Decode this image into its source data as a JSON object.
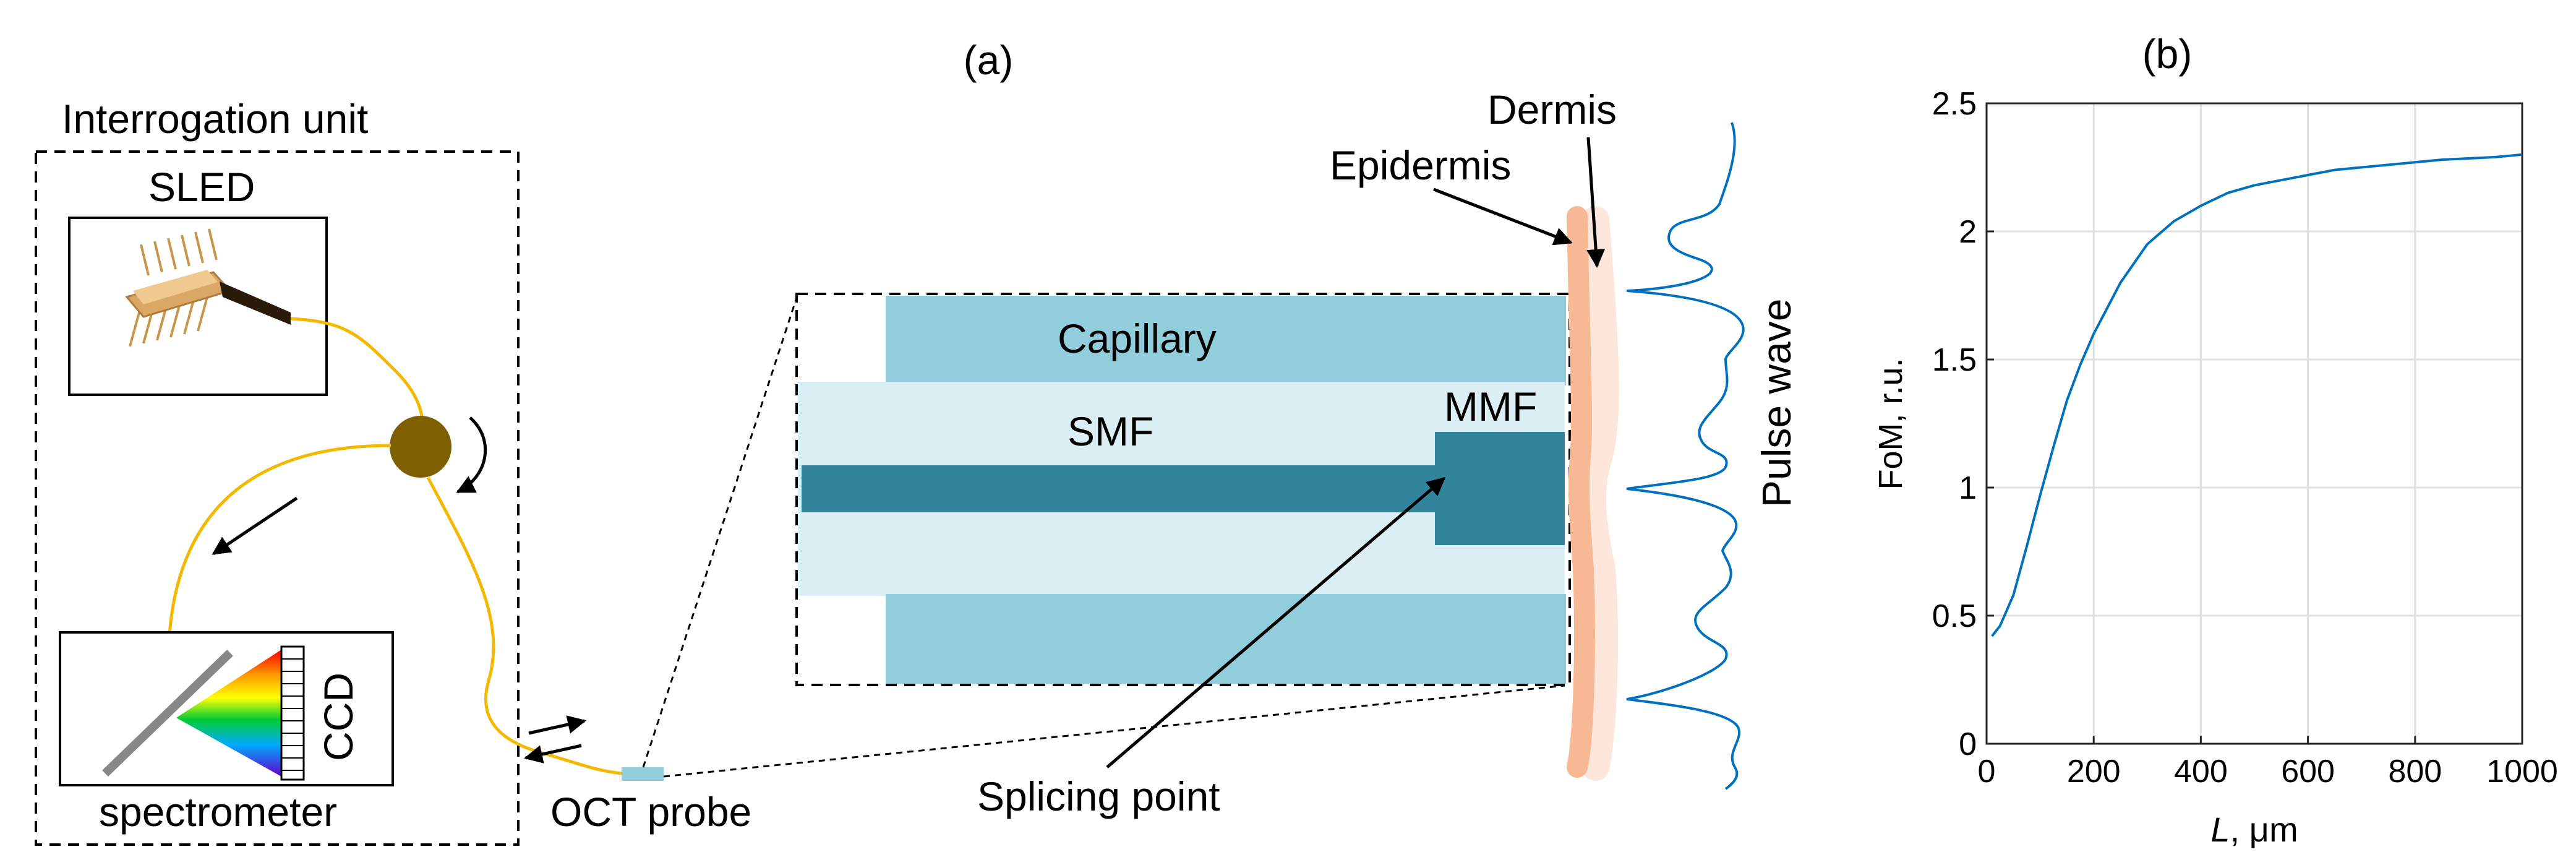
{
  "panel_a": {
    "label": "(a)",
    "interrogation_unit": {
      "title": "Interrogation unit",
      "sled_label": "SLED",
      "spectrometer_label": "spectrometer",
      "ccd_label": "CCD"
    },
    "probe_label": "OCT probe",
    "fiber_detail": {
      "capillary_label": "Capillary",
      "smf_label": "SMF",
      "mmf_label": "MMF",
      "splicing_label": "Splicing point"
    },
    "skin": {
      "epidermis_label": "Epidermis",
      "dermis_label": "Dermis"
    },
    "pulse_label": "Pulse wave",
    "colors": {
      "fiber": "#f5b800",
      "capillary": "#92cddb",
      "cladding": "#daeef3",
      "core": "#31849b",
      "epidermis": "#f7b994",
      "dermis": "#fde6dc",
      "circulator": "#7f6000",
      "pulse": "#0070c0"
    }
  },
  "panel_b": {
    "label": "(b)",
    "chart_data": {
      "type": "line",
      "xlabel_var": "L",
      "xlabel_unit": ", μm",
      "ylabel": "FoM, r.u.",
      "xlim": [
        0,
        1000
      ],
      "ylim": [
        0,
        2.5
      ],
      "xticks": [
        "0",
        "200",
        "400",
        "600",
        "800",
        "1000"
      ],
      "yticks": [
        "0",
        "0.5",
        "1",
        "1.5",
        "2",
        "2.5"
      ],
      "grid": true,
      "color": "#0072bd",
      "x": [
        10,
        25,
        50,
        75,
        100,
        125,
        150,
        175,
        200,
        250,
        300,
        350,
        400,
        450,
        500,
        550,
        600,
        650,
        700,
        750,
        800,
        850,
        900,
        950,
        1000
      ],
      "y": [
        0.42,
        0.46,
        0.58,
        0.77,
        0.97,
        1.16,
        1.34,
        1.48,
        1.6,
        1.8,
        1.95,
        2.04,
        2.1,
        2.15,
        2.18,
        2.2,
        2.22,
        2.24,
        2.25,
        2.26,
        2.27,
        2.28,
        2.285,
        2.29,
        2.3
      ]
    }
  }
}
